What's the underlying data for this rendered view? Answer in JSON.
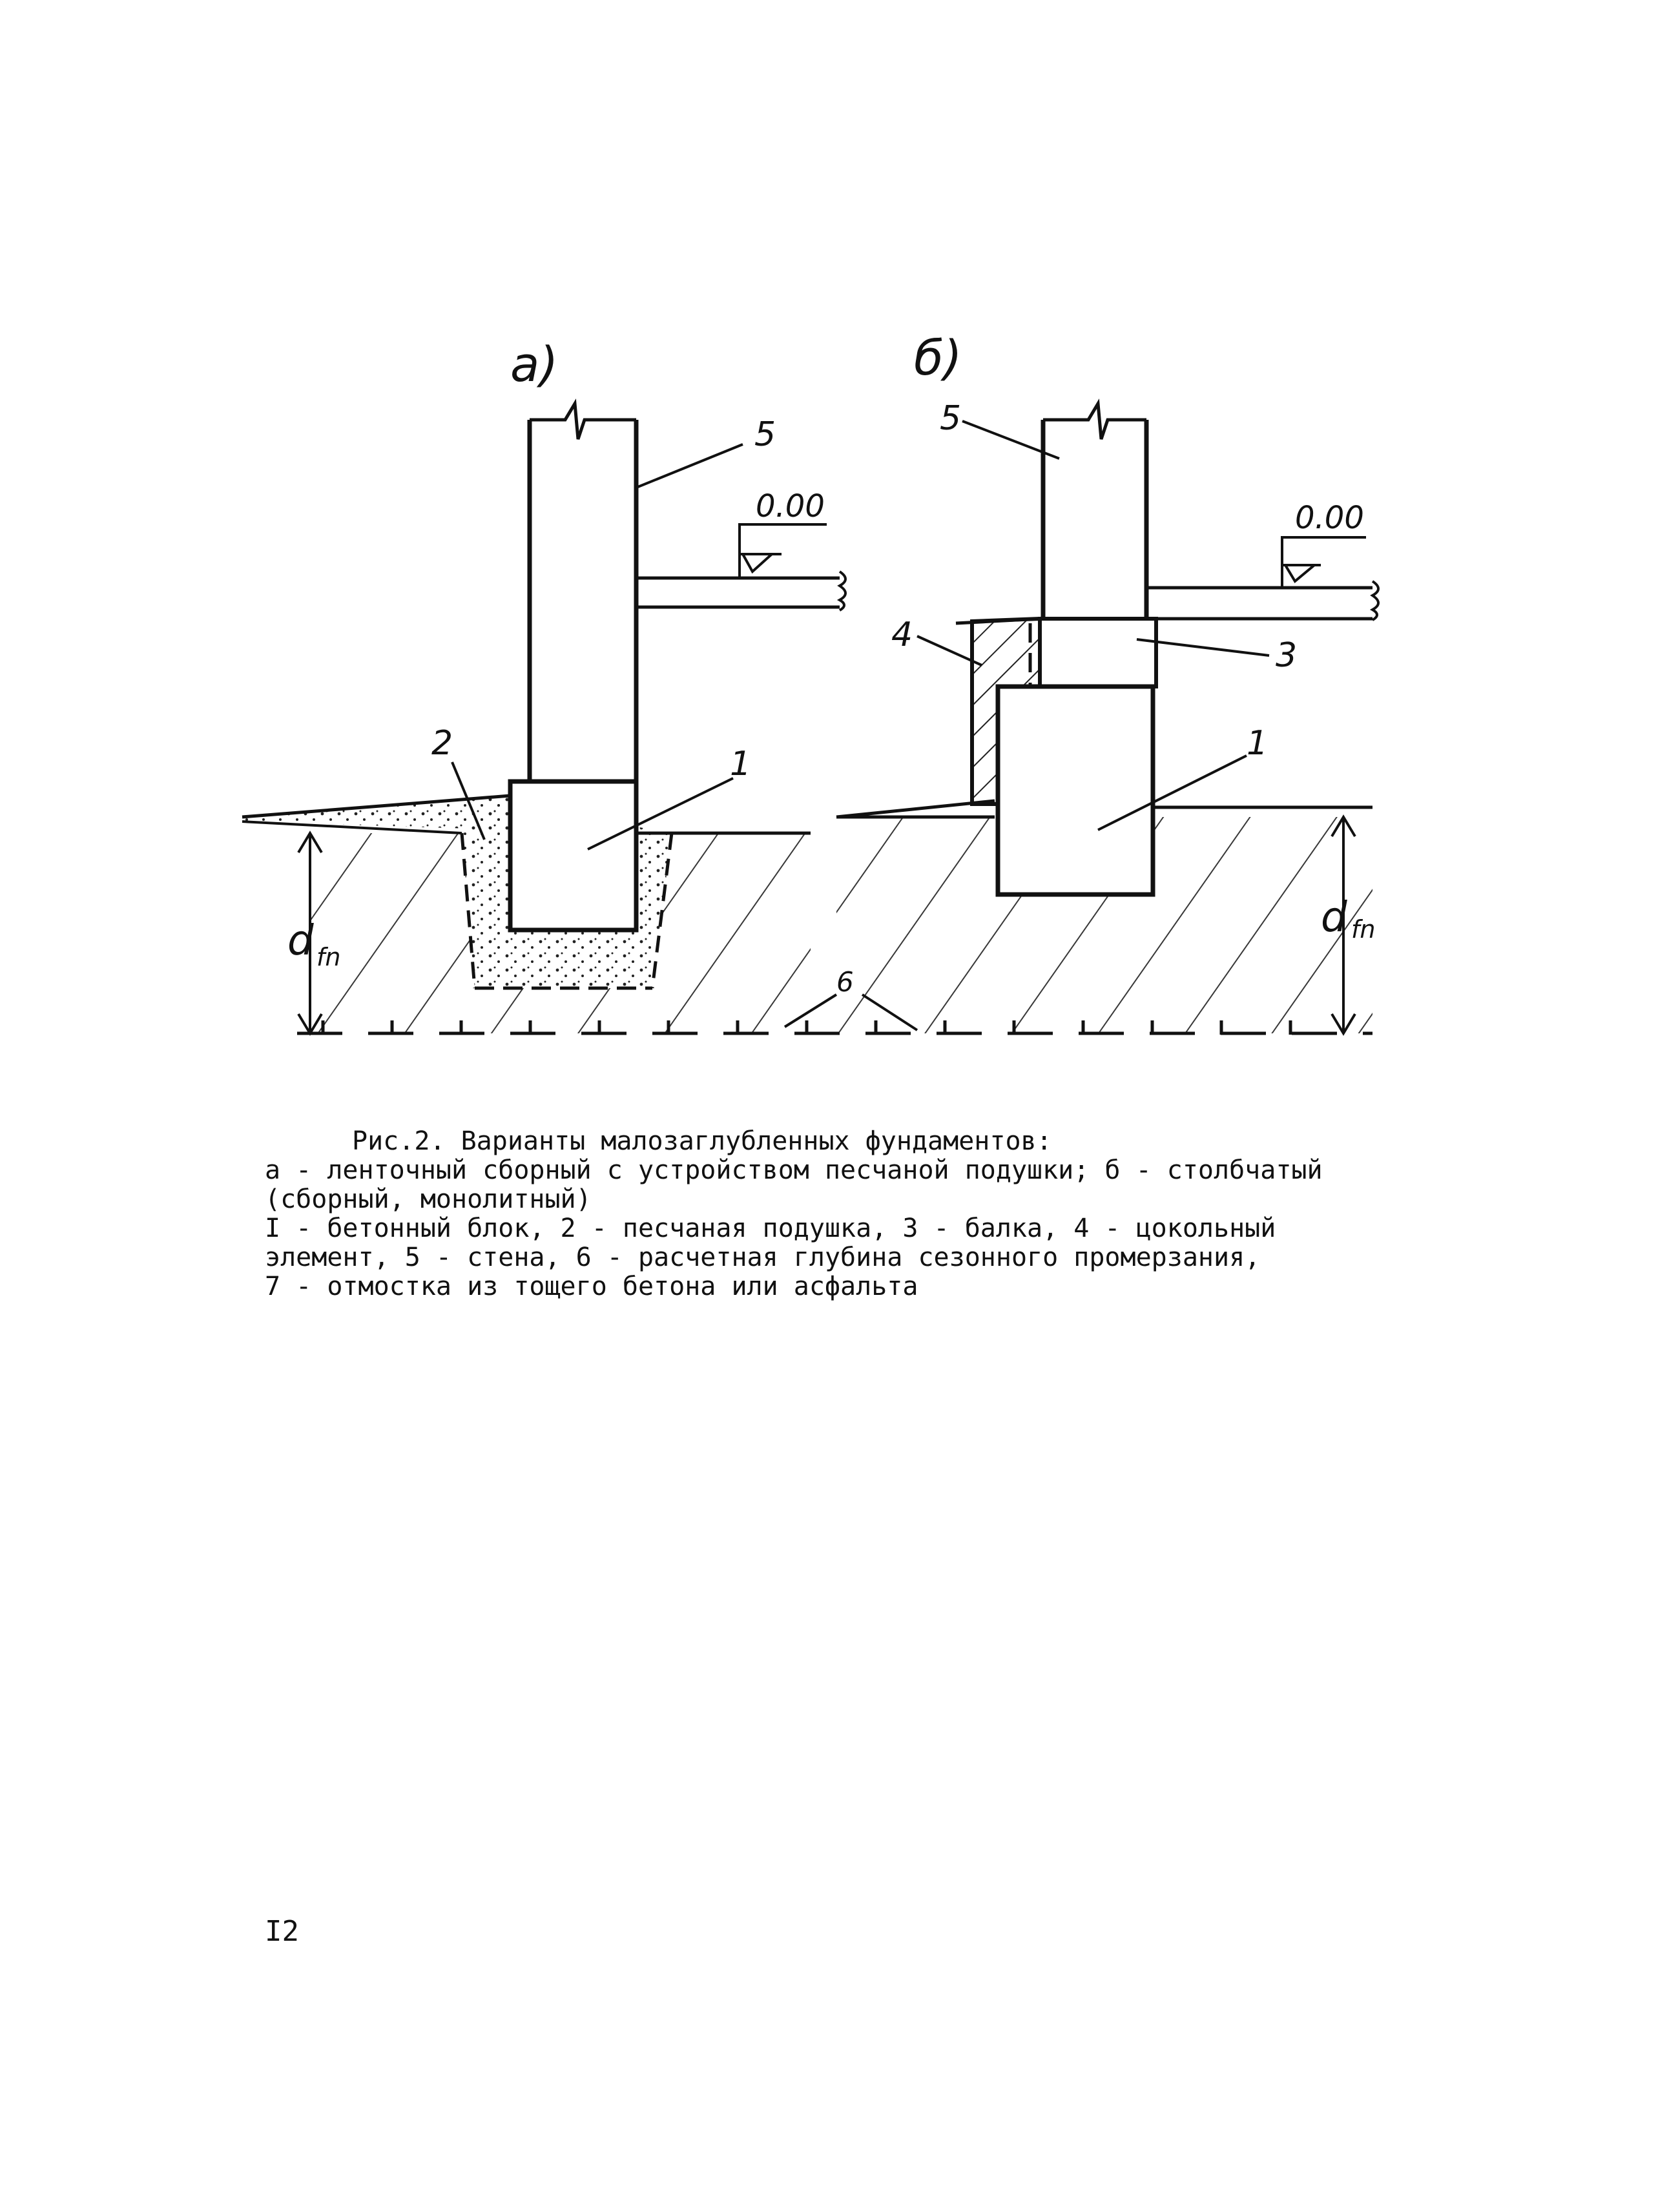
{
  "figure": {
    "panel_a_label": "а)",
    "panel_b_label": "б)",
    "level_a": "0.00",
    "level_b": "0.00",
    "callouts_a": {
      "wall": "5",
      "block": "1",
      "sand": "2",
      "depth": "6"
    },
    "callouts_b": {
      "wall": "5",
      "plinth": "4",
      "beam": "3",
      "block": "1"
    },
    "depth_label": "d",
    "depth_sub": "fn"
  },
  "caption": {
    "line1": "Рис.2. Варианты малозаглубленных фундаментов:",
    "line2": "а - ленточный сборный с устройством песчаной подушки; б - столбчатый",
    "line3": "(сборный, монолитный)",
    "line4": "I - бетонный блок, 2 - песчаная подушка, 3 - балка, 4 - цокольный",
    "line5": "элемент, 5 - стена, 6 - расчетная глубина сезонного промерзания,",
    "line6": "7 - отмостка из тощего бетона или асфальта"
  },
  "page_number": "I2"
}
